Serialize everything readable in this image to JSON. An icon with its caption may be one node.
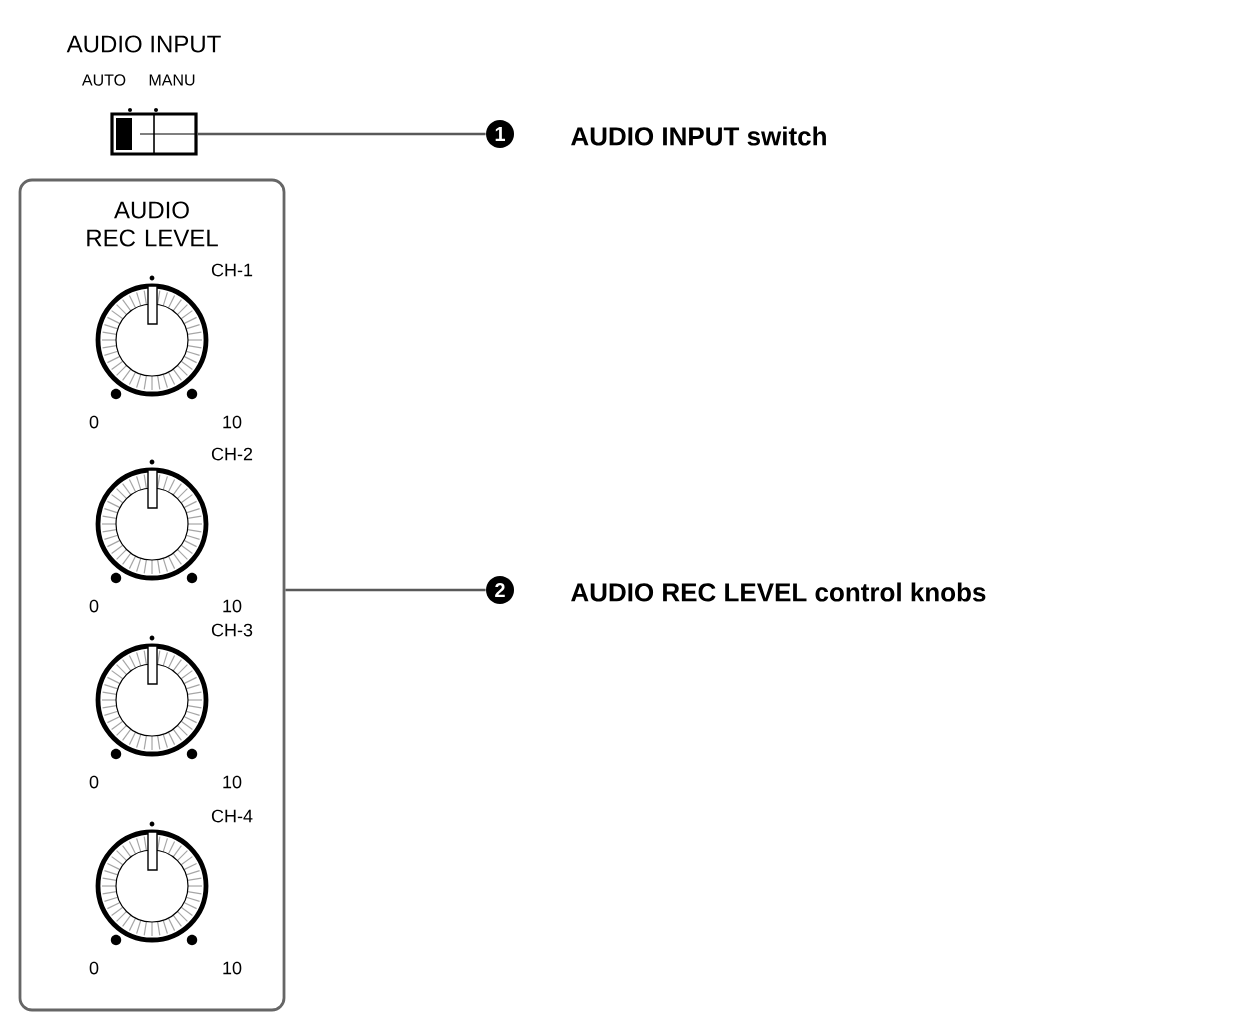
{
  "diagram": {
    "nodes": [
      {
        "text": [],
        "shape": "box"
      },
      {
        "text": [
          "1"
        ],
        "beside": [
          "AUDIO INPUT switch"
        ]
      },
      {
        "text": [
          "AUDIO REC LEVEL"
        ]
      },
      {
        "text": [
          "2"
        ],
        "beside": [
          "AUDIO REC LEVEL control knobs"
        ]
      }
    ],
    "edges": [
      {
        "from": 1,
        "to": 0,
        "arrow": "none"
      },
      {
        "from": 3,
        "to": 2,
        "arrow": "none"
      }
    ],
    "labels": [
      "AUDIO INPUT",
      "AUTO",
      "MANU",
      "CH-1",
      "0",
      "10",
      "CH-2",
      "0",
      "10",
      "CH-3",
      "0",
      "10",
      "CH-4",
      "0",
      "10"
    ]
  }
}
